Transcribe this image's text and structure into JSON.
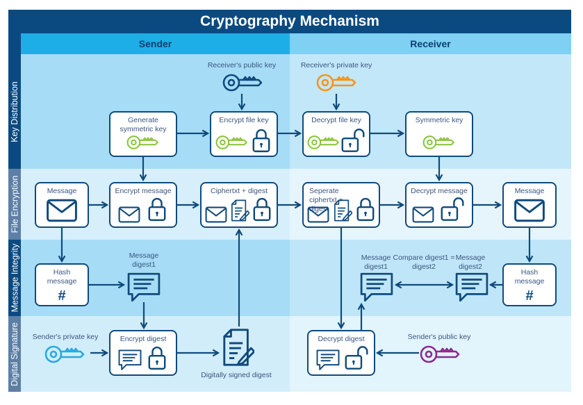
{
  "title": "Cryptography Mechanism",
  "lanes": {
    "sender": "Sender",
    "receiver": "Receiver"
  },
  "rows": {
    "key_distribution": "Key Distribution",
    "file_encryption": "File Encryption",
    "message_integrity": "Message Integrity",
    "digital_signature": "Digital Signature"
  },
  "boxes": {
    "generate_key": "Generate symmetric key",
    "encrypt_file_key": "Encrypt file key",
    "decrypt_file_key": "Decrypt file key",
    "symmetric_key": "Symmetric key",
    "message_sender": "Message",
    "encrypt_message": "Encrypt message",
    "ciphertext_digest": "Ciphertxt + digest",
    "separate": "Seperate ciphertxt + digest",
    "decrypt_message": "Decrypt message",
    "message_receiver": "Message",
    "hash_sender": "Hash message",
    "hash_receiver": "Hash message",
    "encrypt_digest": "Encrypt digest",
    "decrypt_digest": "Decrypt digest"
  },
  "labels": {
    "receiver_public_key": "Receiver's public key",
    "receiver_private_key": "Receiver's private key",
    "digest1_sender": "Message digest1",
    "digest1_receiver": "Message digest1",
    "compare": "Compare digest1 = digest2",
    "digest2": "Message digest2",
    "sender_private_key": "Sender's private key",
    "sender_public_key": "Sender's public key",
    "signed_digest": "Digitally signed digest"
  },
  "colors": {
    "navy": "#0b4a80",
    "symmetric_key": "#8cc63f",
    "receiver_private_key": "#f7941d",
    "sender_private_key": "#27aae1",
    "sender_public_key": "#8e2a8e",
    "receiver_public_key": "#0f4a7c"
  }
}
